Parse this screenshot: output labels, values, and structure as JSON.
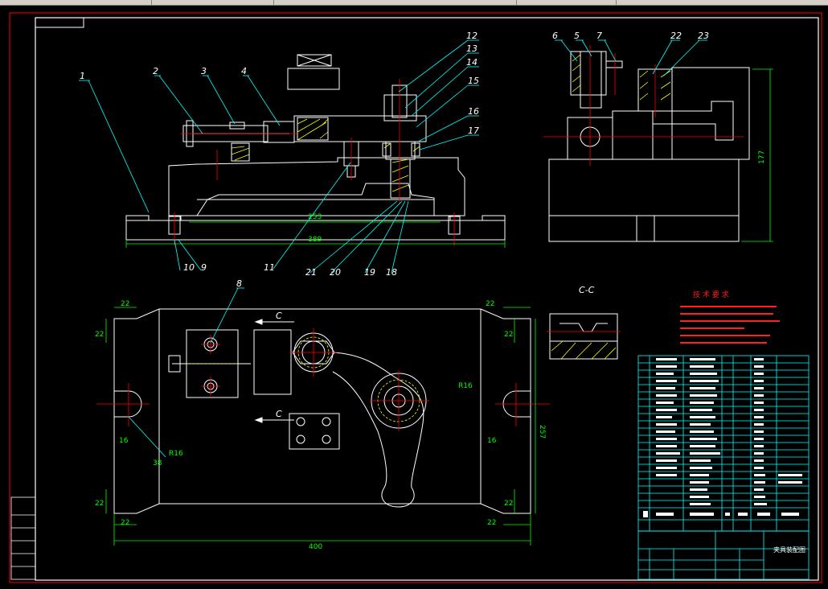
{
  "colors": {
    "background": "#000000",
    "outline": "#ffffff",
    "border": "#ff0000",
    "dimension": "#00ff00",
    "leader": "#00ffff",
    "hidden": "#ffff00",
    "center": "#ff0000",
    "table": "#00ffff",
    "notes": "#ff2020"
  },
  "callouts": {
    "n1": "1",
    "n2": "2",
    "n3": "3",
    "n4": "4",
    "n5": "5",
    "n6": "6",
    "n7": "7",
    "n8": "8",
    "n9": "9",
    "n10": "10",
    "n11": "11",
    "n12": "12",
    "n13": "13",
    "n14": "14",
    "n15": "15",
    "n16": "16",
    "n17": "17",
    "n18": "18",
    "n19": "19",
    "n20": "20",
    "n21": "21",
    "n22": "22",
    "n23": "23"
  },
  "dimensions": {
    "front_253": "253",
    "front_389": "389",
    "side_177": "177",
    "plan_400": "400",
    "plan_257": "257",
    "plan_22a": "22",
    "plan_22b": "22",
    "plan_22c": "22",
    "plan_22d": "22",
    "plan_22e": "22",
    "plan_22f": "22",
    "plan_22g": "22",
    "plan_22h": "22",
    "plan_16a": "16",
    "plan_16b": "16",
    "plan_r16a": "R16",
    "plan_r16b": "R16",
    "plan_38": "38"
  },
  "section_labels": {
    "c_top": "C",
    "c_bottom": "C",
    "section_cc": "C-C"
  },
  "notes": {
    "title": "技 术 要 求"
  },
  "title_block": {
    "drawing_name": "夹具装配图"
  }
}
